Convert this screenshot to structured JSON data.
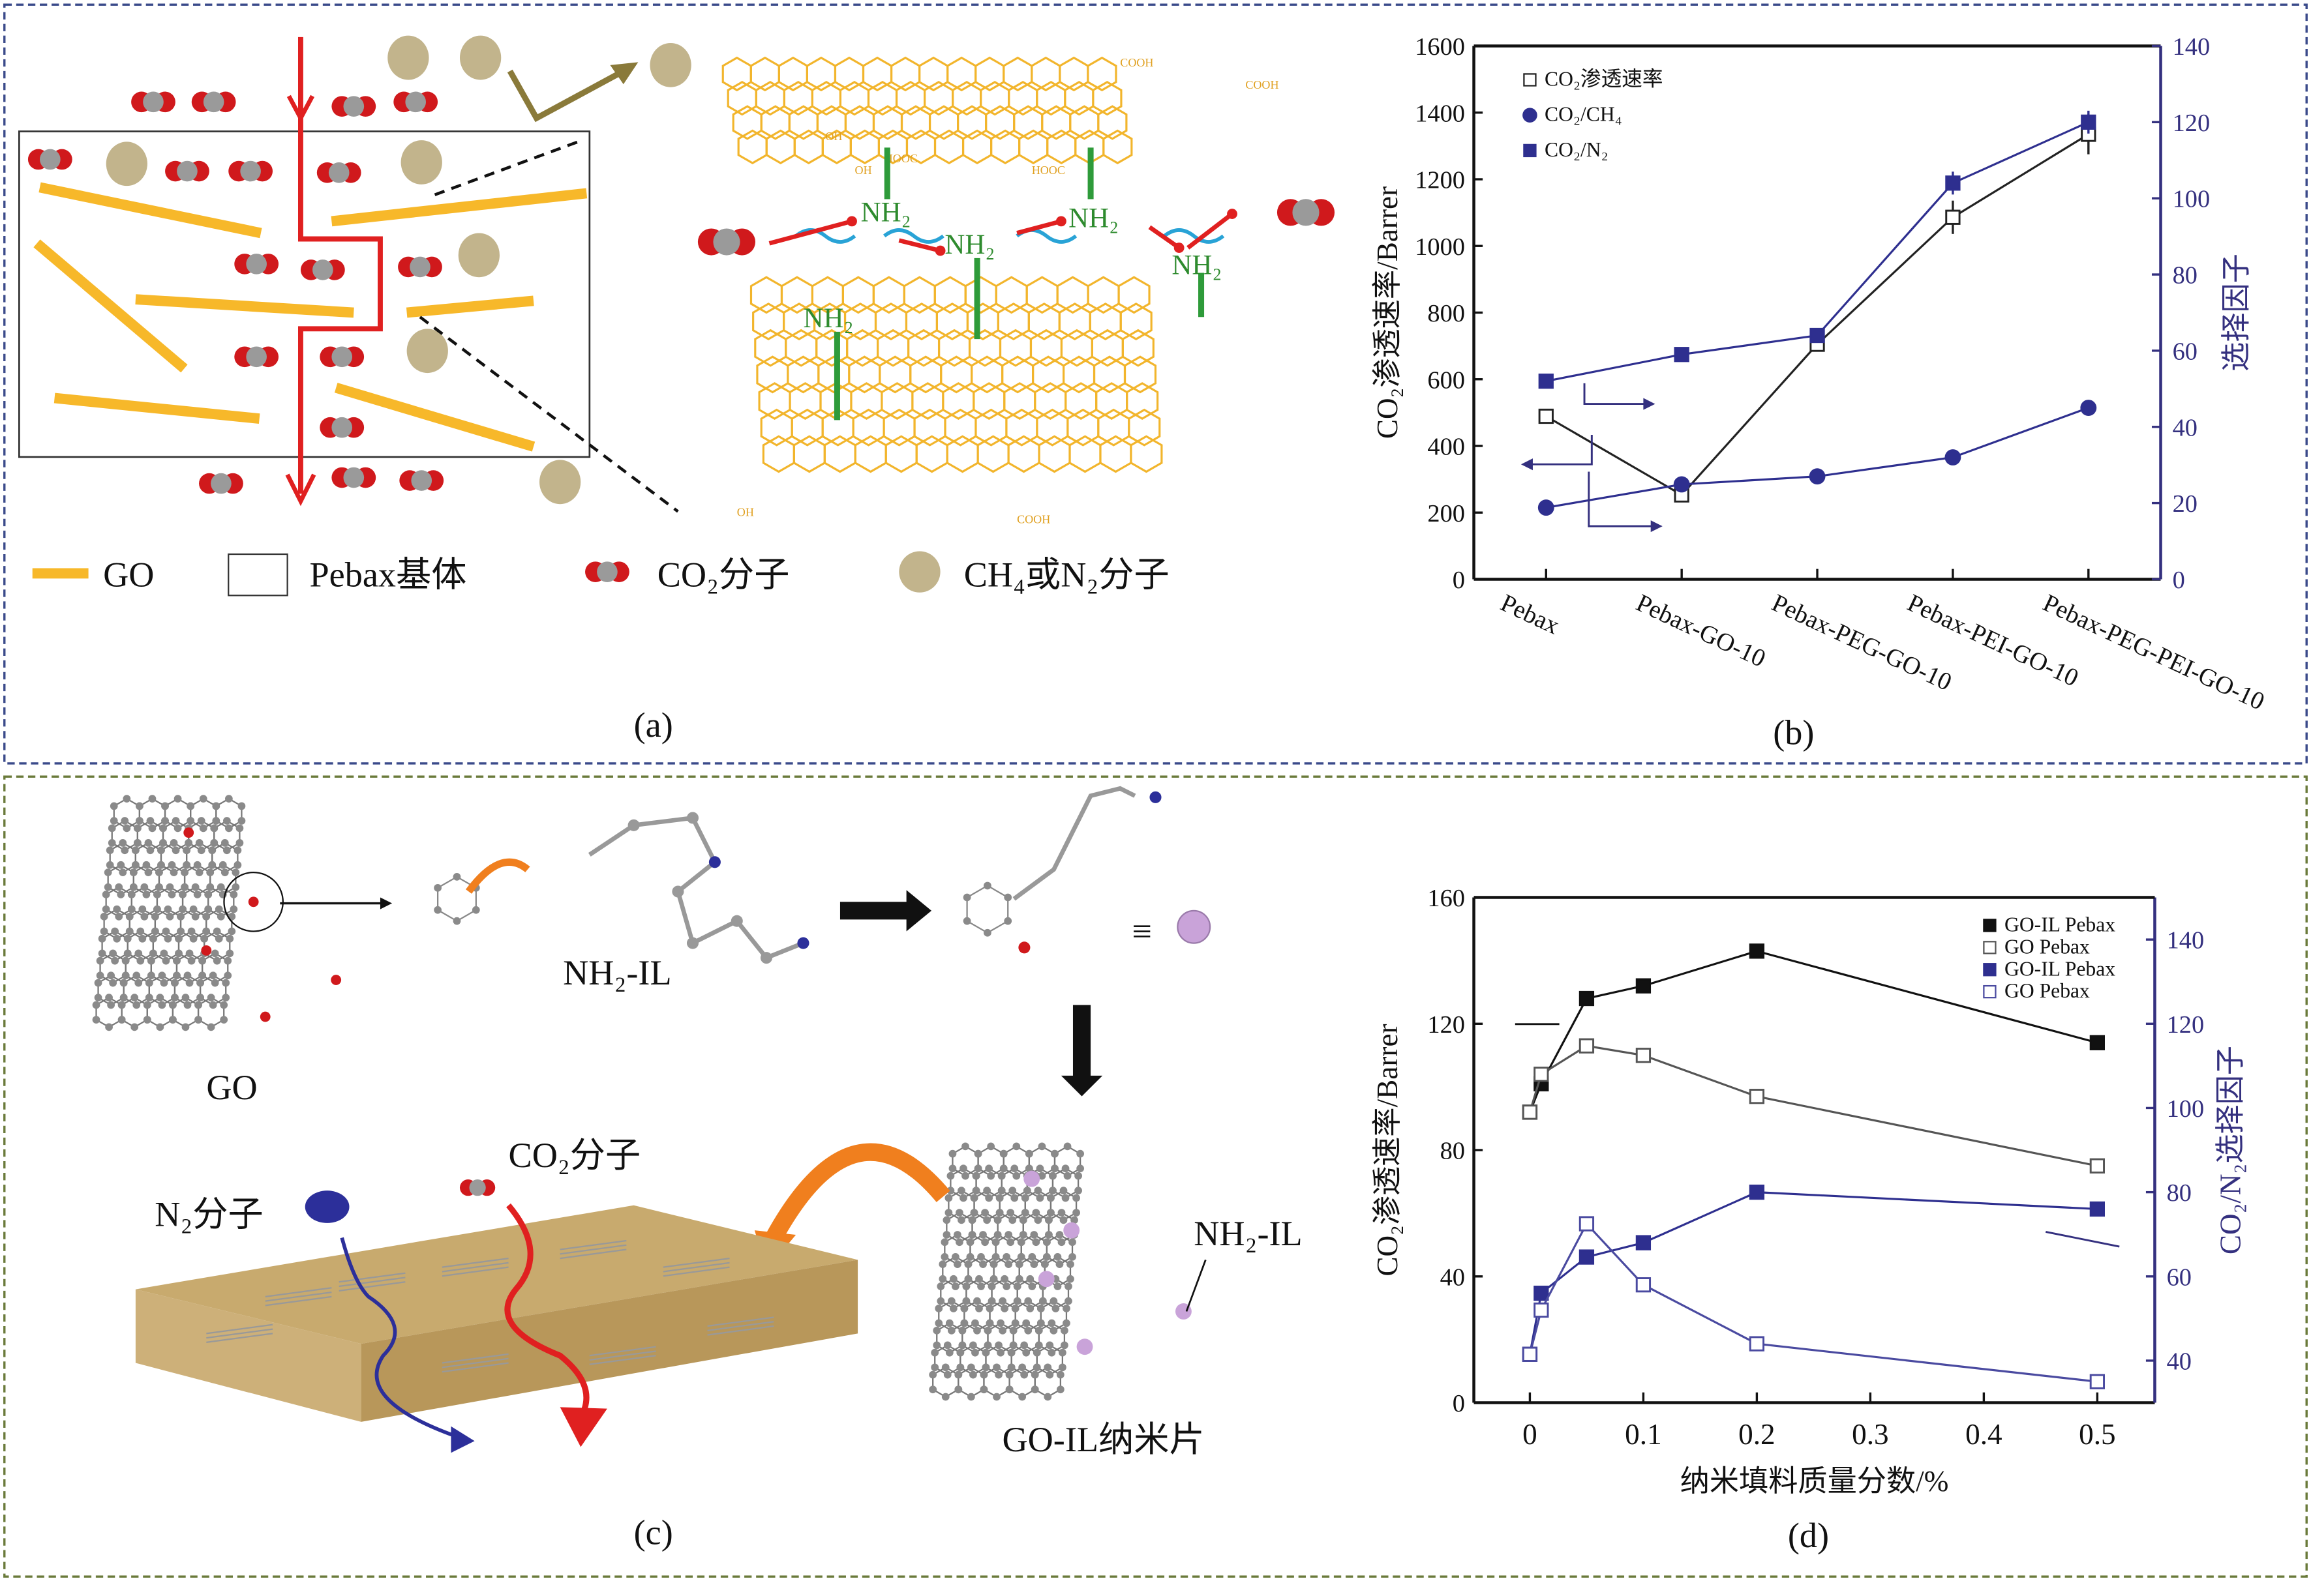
{
  "panel_a": {
    "label": "(a)",
    "nh2": "NH₂",
    "groups": [
      "COOH",
      "OH",
      "HOOC",
      "COOH",
      "OH",
      "HOOC",
      "OH",
      "COOH"
    ],
    "legend": {
      "go": "GO",
      "pebax": "Pebax基体",
      "co2": "CO₂分子",
      "ch4n2": "CH₄或N₂分子"
    },
    "colors": {
      "go": "#f7b82a",
      "co2_o": "#d0191c",
      "co2_c": "#9a9a9a",
      "gas": "#c2b48c",
      "path": "#e02020",
      "graphene": "#f2b52c",
      "amine": "#2e9b3a",
      "chain": "#29a3d6"
    }
  },
  "panel_c": {
    "label": "(c)",
    "go": "GO",
    "nh2_il": "NH₂-IL",
    "nh2_il_arrow": "NH₂-IL",
    "equiv": "≡",
    "n2": "N₂分子",
    "co2": "CO₂分子",
    "go_il": "GO-IL纳米片",
    "colors": {
      "membrane": "#c8aa6e",
      "n2": "#2c2f9a",
      "co2path": "#e02020",
      "il": "#c9a3d9",
      "orange": "#f07f1e"
    }
  },
  "chart_data": [
    {
      "panel_label": "(b)",
      "type": "line",
      "categories": [
        "Pebax",
        "Pebax-GO-10",
        "Pebax-PEG-GO-10",
        "Pebax-PEI-GO-10",
        "Pebax-PEG-PEI-GO-10"
      ],
      "ylabel": "CO₂渗透速率/Barrer",
      "y2label": "选择因子",
      "ylim": [
        0,
        1600
      ],
      "y2lim": [
        0,
        140
      ],
      "yticks": [
        0,
        200,
        400,
        600,
        800,
        1000,
        1200,
        1400,
        1600
      ],
      "y2ticks": [
        0,
        20,
        40,
        60,
        80,
        100,
        120,
        140
      ],
      "legend_position": "top-left",
      "series": [
        {
          "name": "CO₂渗透速率",
          "axis": "left",
          "marker": "open-square",
          "color": "#222222",
          "values": [
            489,
            253,
            705,
            1086,
            1335
          ],
          "errors": [
            20,
            20,
            20,
            50,
            60
          ]
        },
        {
          "name": "CO₂/CH₄",
          "axis": "right",
          "marker": "circle",
          "color": "#2e2f8f",
          "values": [
            18.8,
            24.9,
            27,
            32,
            45
          ]
        },
        {
          "name": "CO₂/N₂",
          "axis": "right",
          "marker": "square",
          "color": "#2e2f8f",
          "values": [
            52,
            59,
            64,
            104,
            120
          ],
          "errors": [
            0,
            0,
            0,
            3,
            3
          ]
        }
      ]
    },
    {
      "panel_label": "(d)",
      "type": "line",
      "x": [
        0,
        0.01,
        0.05,
        0.1,
        0.2,
        0.5
      ],
      "xlabel": "纳米填料质量分数/%",
      "ylabel": "CO₂渗透速率/Barrer",
      "y2label": "CO₂/N₂选择因子",
      "xlim": [
        -0.05,
        0.55
      ],
      "ylim": [
        0,
        160
      ],
      "y2lim": [
        30,
        150
      ],
      "xticks": [
        0,
        0.1,
        0.2,
        0.3,
        0.4,
        0.5
      ],
      "yticks": [
        0,
        40,
        80,
        120,
        160
      ],
      "y2ticks": [
        40,
        60,
        80,
        100,
        120,
        140
      ],
      "legend_position": "top-right",
      "series": [
        {
          "name": "GO-IL Pebax",
          "axis": "left",
          "marker": "square",
          "color": "#111111",
          "values": [
            92,
            101,
            128,
            132,
            143,
            114
          ]
        },
        {
          "name": "GO Pebax",
          "axis": "left",
          "marker": "open-square",
          "color": "#555555",
          "values": [
            92,
            104,
            113,
            110,
            97,
            75
          ]
        },
        {
          "name": "GO-IL Pebax",
          "axis": "right",
          "marker": "square",
          "color": "#2e2f8f",
          "values": [
            41.5,
            56,
            64.6,
            68,
            80,
            76
          ]
        },
        {
          "name": "GO Pebax",
          "axis": "right",
          "marker": "open-square",
          "color": "#4a4aa0",
          "values": [
            41.5,
            52,
            72.5,
            58,
            44,
            35
          ]
        }
      ]
    }
  ]
}
